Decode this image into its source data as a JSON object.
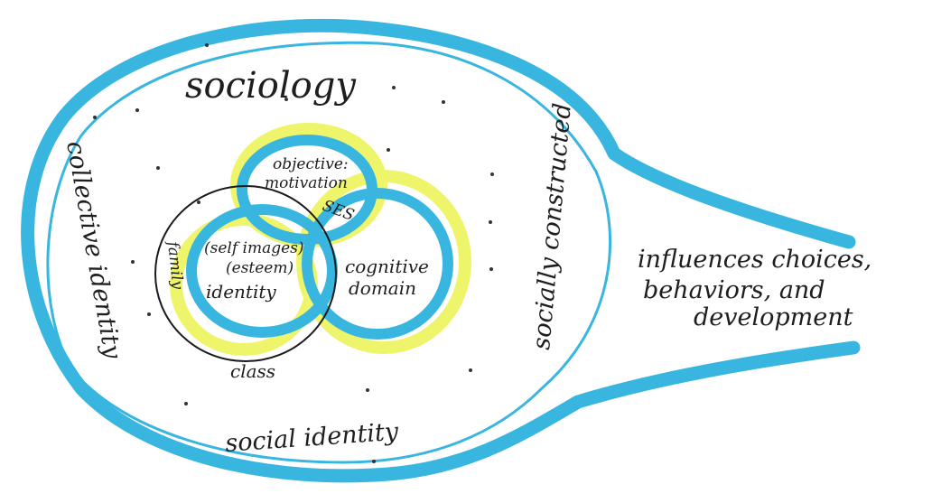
{
  "diagram": {
    "colors": {
      "outline_blue": "#39b6e0",
      "highlight_yellow": "#eef56a",
      "ink": "#1a1a1a"
    },
    "labels": {
      "sociology": "sociology",
      "socially_constructed": "socially constructed",
      "collective_identity": "collective identity",
      "social_identity": "social identity",
      "objective_line1": "objective:",
      "objective_line2": "motivation",
      "ses": "SES",
      "self_line1": "(self images)",
      "self_line2": "(esteem)",
      "self_line3": "identity",
      "cognitive_line1": "cognitive",
      "cognitive_line2": "domain",
      "family": "family",
      "class": "class",
      "influences_line1": "influences choices,",
      "influences_line2": "behaviors, and",
      "influences_line3": "development"
    }
  }
}
